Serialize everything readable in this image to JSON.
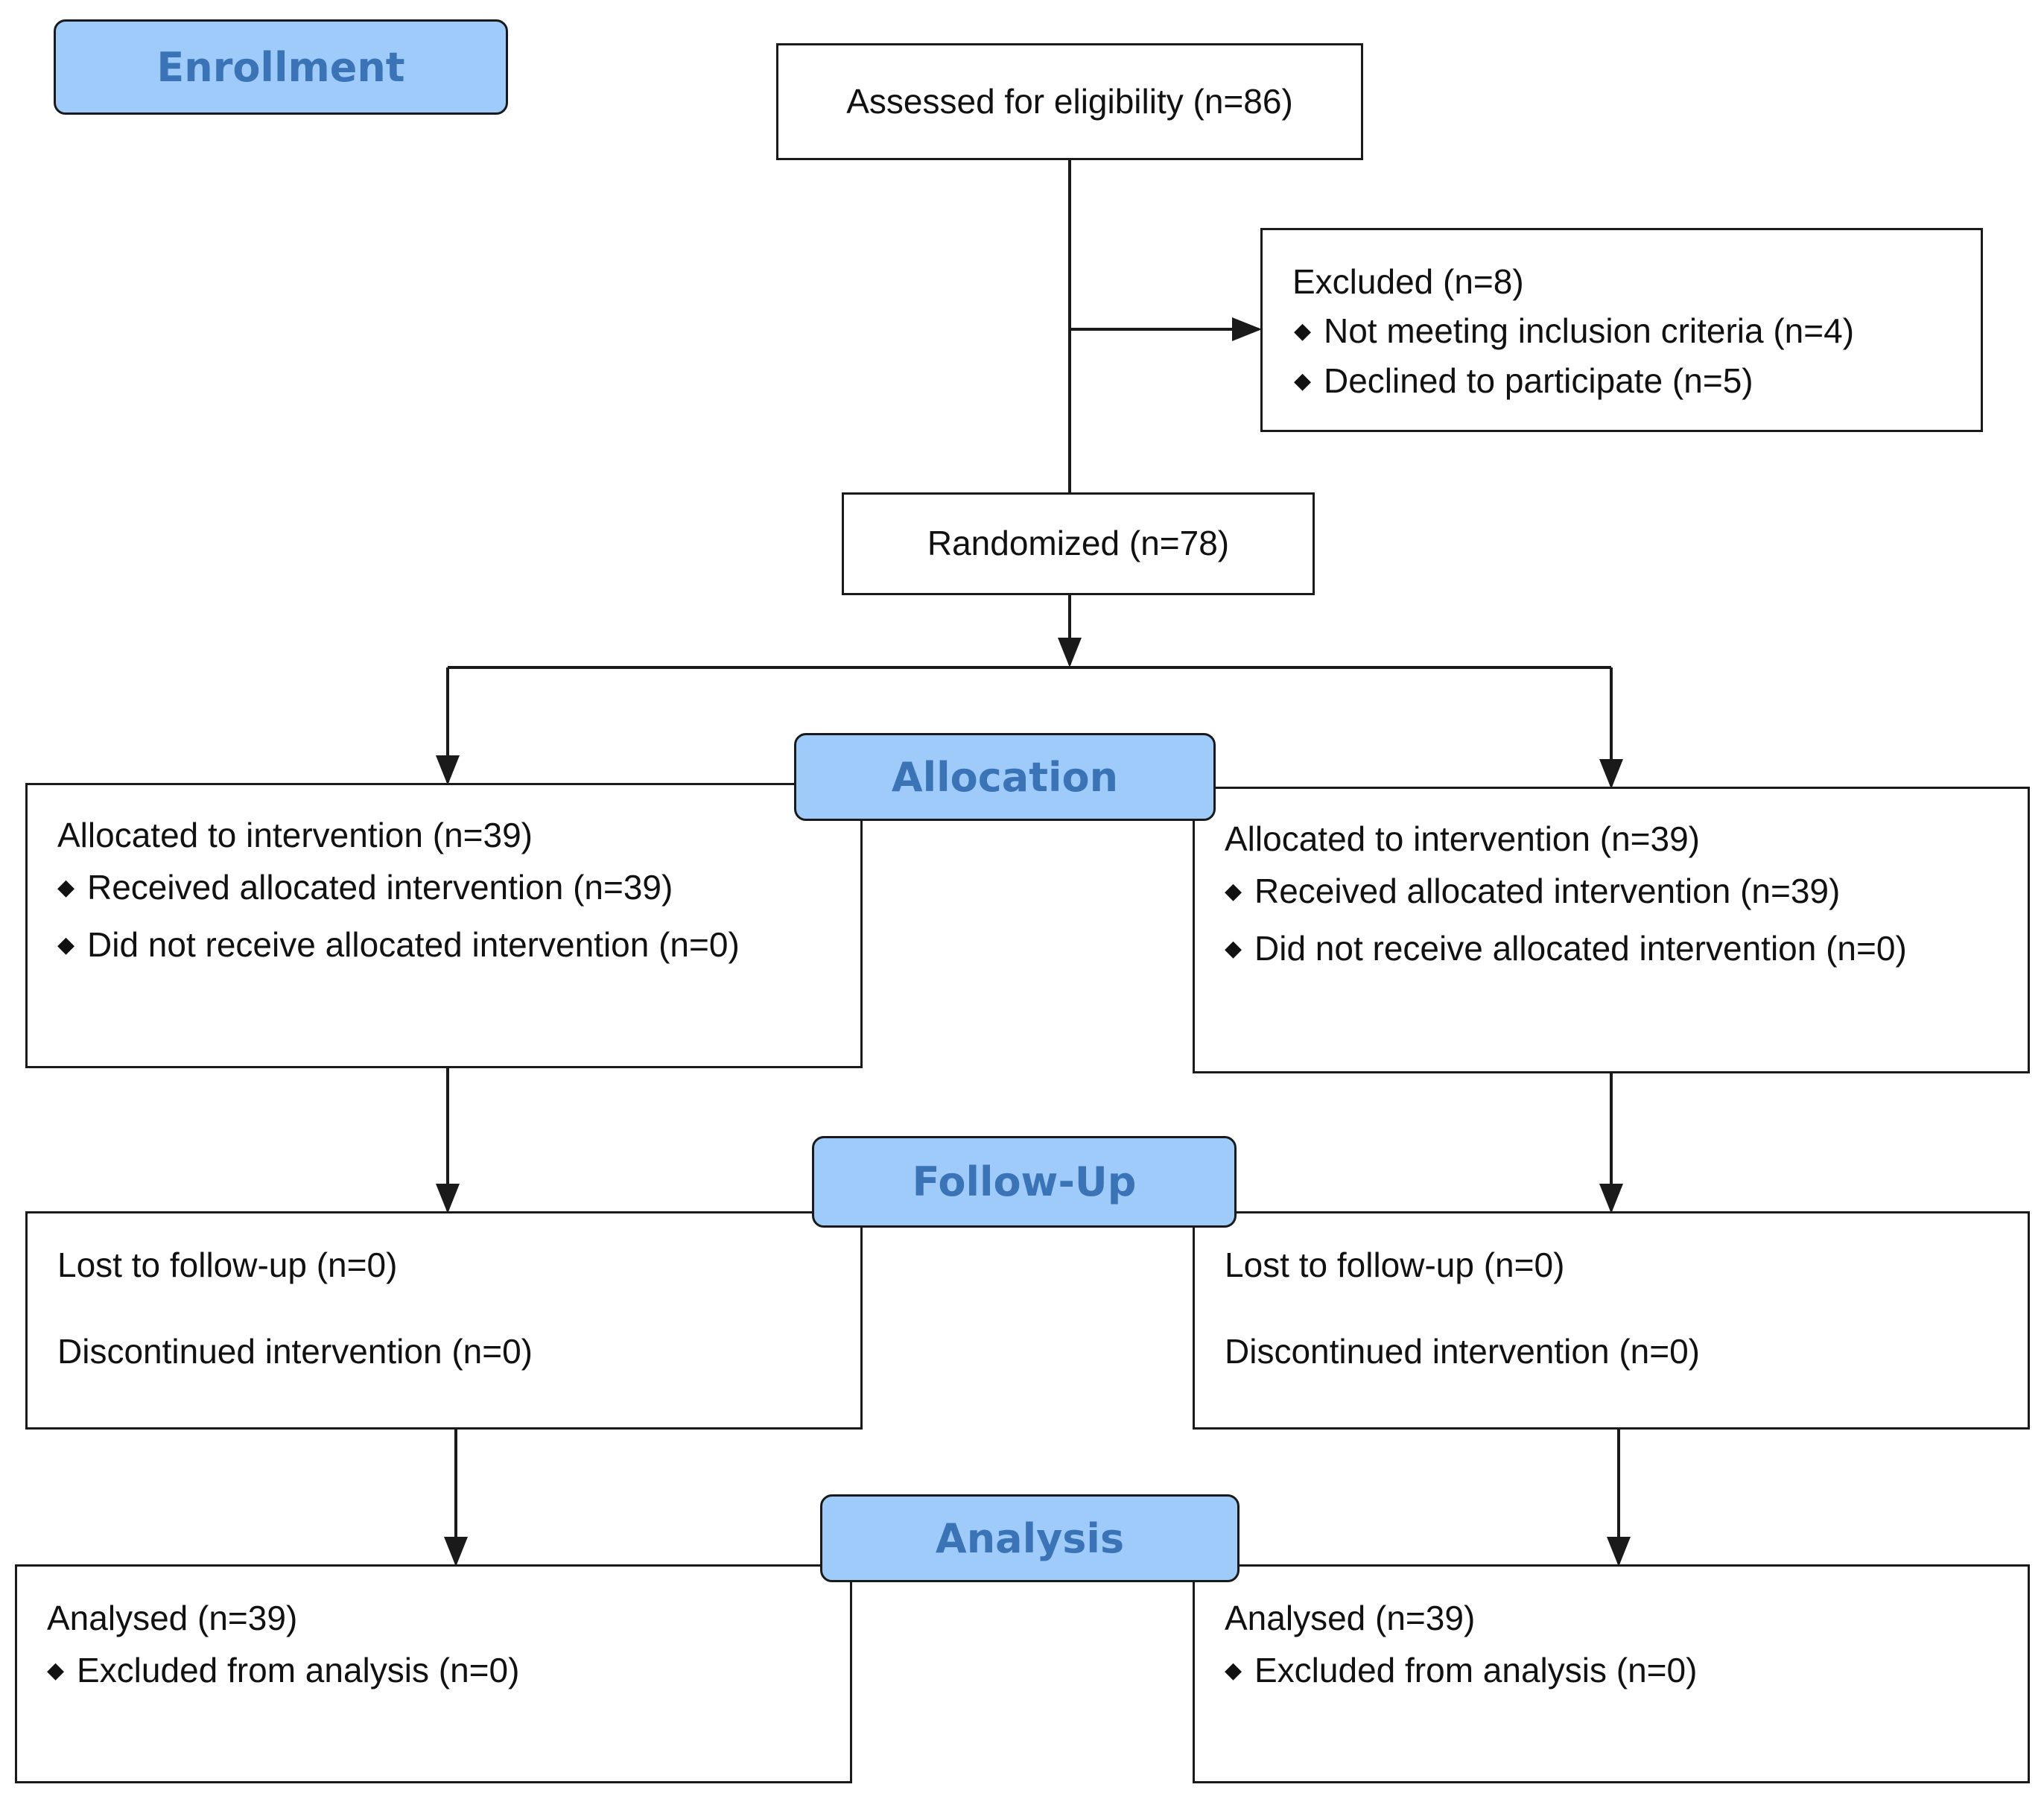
{
  "stages": {
    "enrollment": "Enrollment",
    "allocation": "Allocation",
    "follow_up": "Follow-Up",
    "analysis": "Analysis"
  },
  "assessed": "Assessed for eligibility (n=86)",
  "excluded": {
    "title": "Excluded  (n=8)",
    "items": [
      "Not meeting inclusion criteria (n=4)",
      "Declined to participate (n=5)"
    ]
  },
  "randomized": "Randomized (n=78)",
  "arms": [
    {
      "allocation": {
        "title": "Allocated to intervention (n=39)",
        "items": [
          "Received allocated intervention (n=39)",
          "Did not receive allocated intervention (n=0)"
        ]
      },
      "follow_up": {
        "lost": "Lost to follow-up (n=0)",
        "discontinued": "Discontinued intervention (n=0)"
      },
      "analysis": {
        "title": "Analysed (n=39)",
        "items": [
          "Excluded from analysis (n=0)"
        ]
      }
    },
    {
      "allocation": {
        "title": "Allocated to intervention (n=39)",
        "items": [
          "Received allocated intervention (n=39)",
          "Did not receive allocated intervention (n=0)"
        ]
      },
      "follow_up": {
        "lost": "Lost to follow-up (n=0)",
        "discontinued": "Discontinued intervention (n=0)"
      },
      "analysis": {
        "title": "Analysed (n=39)",
        "items": [
          "Excluded from analysis (n=0)"
        ]
      }
    }
  ],
  "colors": {
    "stage_fill": "#9ecbf9",
    "stage_text": "#3a74b6",
    "line": "#1a1a1a"
  }
}
